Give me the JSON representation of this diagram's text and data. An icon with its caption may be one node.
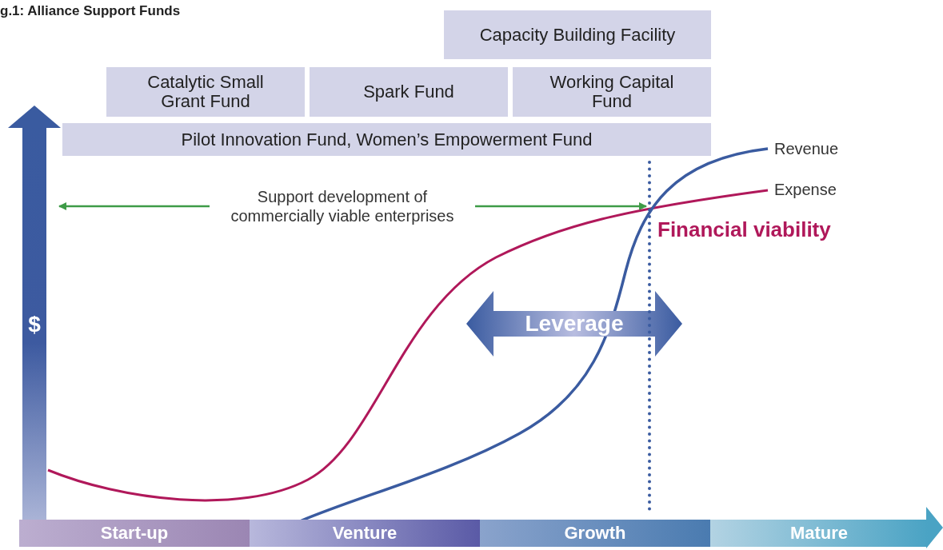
{
  "diagram": {
    "title": "g.1: Alliance Support Funds",
    "nodes": [
      {
        "text": [
          "Capacity Building Facility"
        ]
      },
      {
        "text": [
          "Catalytic Small Grant Fund"
        ]
      },
      {
        "text": [
          "Spark Fund"
        ]
      },
      {
        "text": [
          "Working Capital Fund"
        ]
      },
      {
        "text": [
          "Pilot Innovation Fund, Women’s Empowerment Fund"
        ]
      },
      {
        "text": [
          "Leverage"
        ]
      },
      {
        "text": [
          "Start-up"
        ]
      },
      {
        "text": [
          "Venture"
        ]
      },
      {
        "text": [
          "Growth"
        ]
      },
      {
        "text": [
          "Mature"
        ]
      }
    ],
    "labels": [
      "$",
      "Support development of commercially viable enterprises",
      "Revenue",
      "Expense",
      "Financial viability"
    ]
  }
}
